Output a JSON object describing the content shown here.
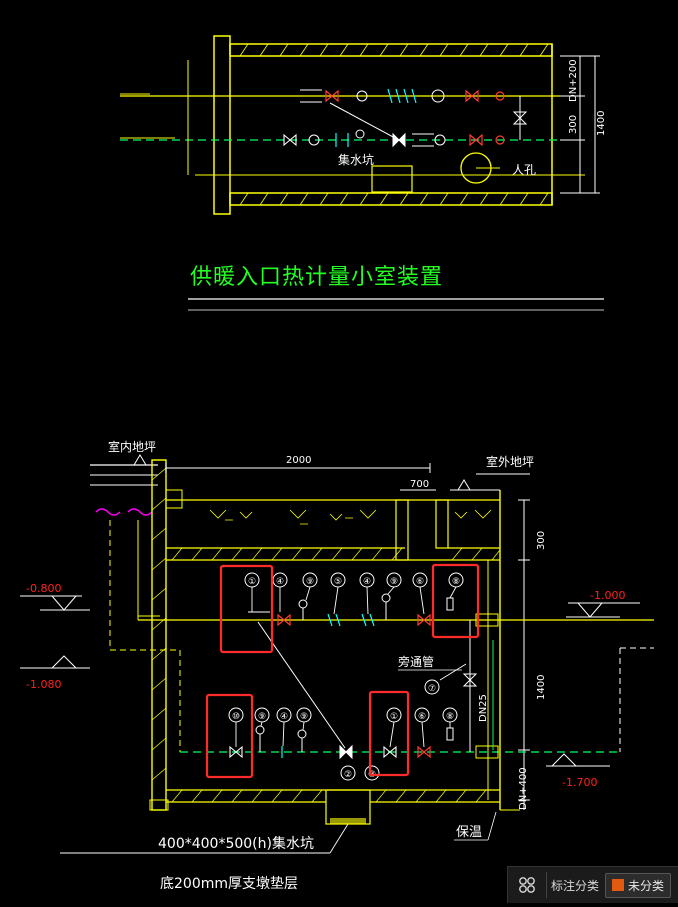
{
  "top_plan": {
    "label_sump": "集水坑",
    "label_manhole": "人孔",
    "dim_dn200": "DN+200",
    "dim_300": "300",
    "dim_1400": "1400"
  },
  "title": "供暖入口热计量小室装置",
  "section": {
    "label_indoor": "室内地坪",
    "label_outdoor": "室外地坪",
    "dim_2000": "2000",
    "dim_700": "700",
    "dim_300": "300",
    "dim_1400": "1400",
    "dim_dn400": "DN+400",
    "dim_dn25": "DN25",
    "elev_a": "-0.800",
    "elev_b": "-1.080",
    "elev_c": "-1.000",
    "elev_d": "-1.700",
    "label_bypass": "旁通管",
    "label_insulation": "保温",
    "label_sump": "400*400*500(h)集水坑",
    "label_base": "底200mm厚支墩垫层",
    "circles_top": [
      "①",
      "④",
      "⑨",
      "⑤",
      "④",
      "⑨",
      "⑥",
      "⑧"
    ],
    "circles_bottom": [
      "⑩",
      "⑨",
      "④",
      "⑨",
      "①",
      "⑥",
      "⑧"
    ],
    "circle_bypass": "⑦",
    "circle_2": "②",
    "circle_3": "③"
  },
  "toolbar": {
    "label": "标注分类",
    "tag": "未分类",
    "accent": "#e25a0f"
  },
  "colors": {
    "wall": "#ffff00",
    "pipe_supply": "#ffff00",
    "pipe_return": "#00ff66",
    "valve": "#ff3b30",
    "dim_text": "#ffffff",
    "title": "#22ff22",
    "elev": "#ff2020",
    "highlight": "#ff2a2a",
    "break": "#ff00ff",
    "cyan": "#00ffff"
  }
}
